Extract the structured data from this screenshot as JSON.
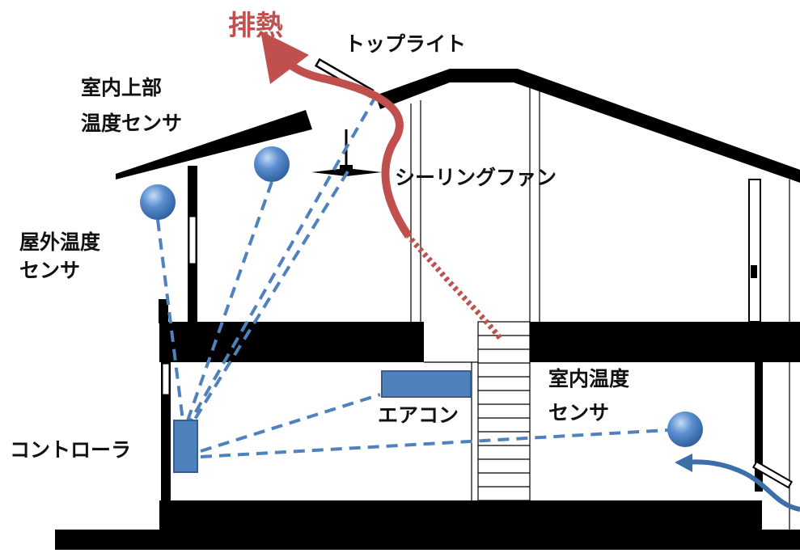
{
  "labels": {
    "exhaust": "排熱",
    "toplight": "トップライト",
    "upper_sensor_line1": "室内上部",
    "upper_sensor_line2": "温度センサ",
    "outdoor_sensor_line1": "屋外温度",
    "outdoor_sensor_line2": "センサ",
    "ceiling_fan": "シーリングファン",
    "indoor_sensor_line1": "室内温度",
    "indoor_sensor_line2": "センサ",
    "aircon": "エアコン",
    "controller": "コントローラ"
  },
  "colors": {
    "structure": "#000000",
    "sensor": "#4f81bd",
    "signal": "#4f81bd",
    "heat_flow": "#c0504d",
    "incoming_air": "#3c6ea8",
    "equipment": "#4f81bd"
  },
  "icons": {
    "sensor": "sphere-icon",
    "fan": "ceiling-fan-icon",
    "window": "skylight-icon"
  }
}
